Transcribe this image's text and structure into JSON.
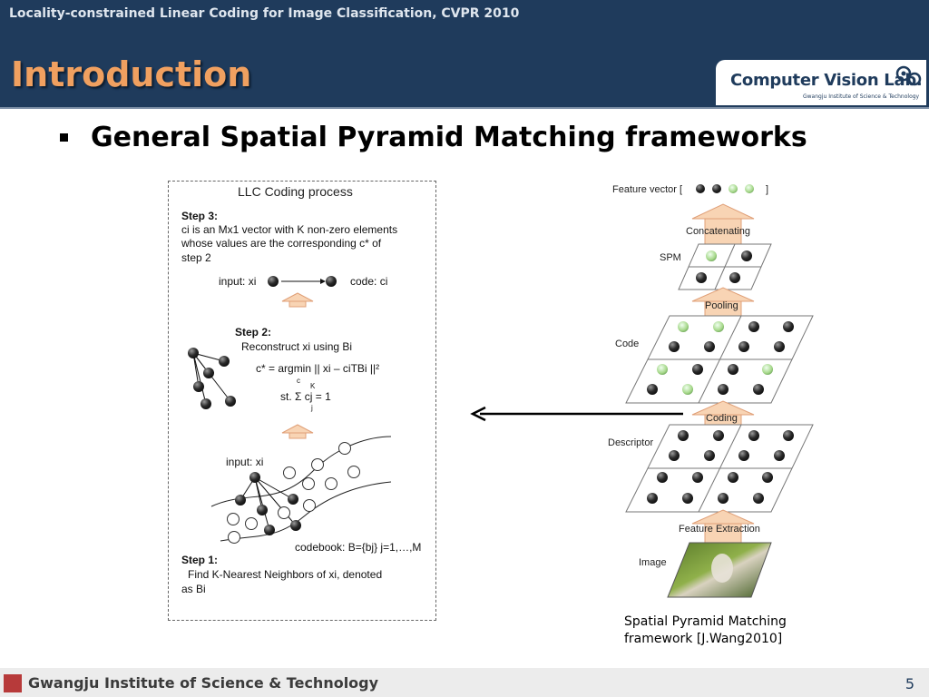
{
  "header": {
    "subtitle": "Locality-constrained Linear Coding for Image Classification, CVPR 2010",
    "title": "Introduction"
  },
  "logo": {
    "name": "Computer Vision Lab.",
    "institution": "Gwangju Institute of Science & Technology"
  },
  "bullet": {
    "text": "General Spatial Pyramid Matching frameworks"
  },
  "llc_figure": {
    "title": "LLC Coding process",
    "step3_heading": "Step 3:",
    "step3_line1": "ci is an Mx1 vector with K non-zero elements",
    "step3_line2": "whose values are the corresponding c* of",
    "step3_line3": "step 2",
    "input_label": "input: xi",
    "code_label": "code: ci",
    "step2_heading": "Step 2:",
    "step2_text": "Reconstruct xi using Bi",
    "equation1": "c* = argmin || xi – ciTBi ||²",
    "equation1_sub": "c",
    "equation1_k": "K",
    "equation2": "st. Σ cj = 1",
    "equation2_sub": "j",
    "input_label2": "input: xi",
    "codebook_label": "codebook: B={bj} j=1,…,M",
    "step1_heading": "Step 1:",
    "step1_line1": "Find K-Nearest Neighbors of xi, denoted",
    "step1_line2": "as Bi"
  },
  "spm_figure": {
    "feature_vector_label": "Feature vector [",
    "feature_vector_close": "]",
    "concatenating": "Concatenating",
    "spm": "SPM",
    "pooling": "Pooling",
    "code": "Code",
    "coding": "Coding",
    "descriptor": "Descriptor",
    "feature_extraction": "Feature Extraction",
    "image": "Image"
  },
  "caption": {
    "line1": "Spatial Pyramid Matching",
    "line2": "framework [J.Wang2010]"
  },
  "footer": {
    "institution": "Gwangju Institute of Science & Technology",
    "page": "5"
  },
  "colors": {
    "header_bg": "#1f3b5c",
    "title_orange": "#f0a060",
    "arrow_fill": "#f8d4b4"
  }
}
